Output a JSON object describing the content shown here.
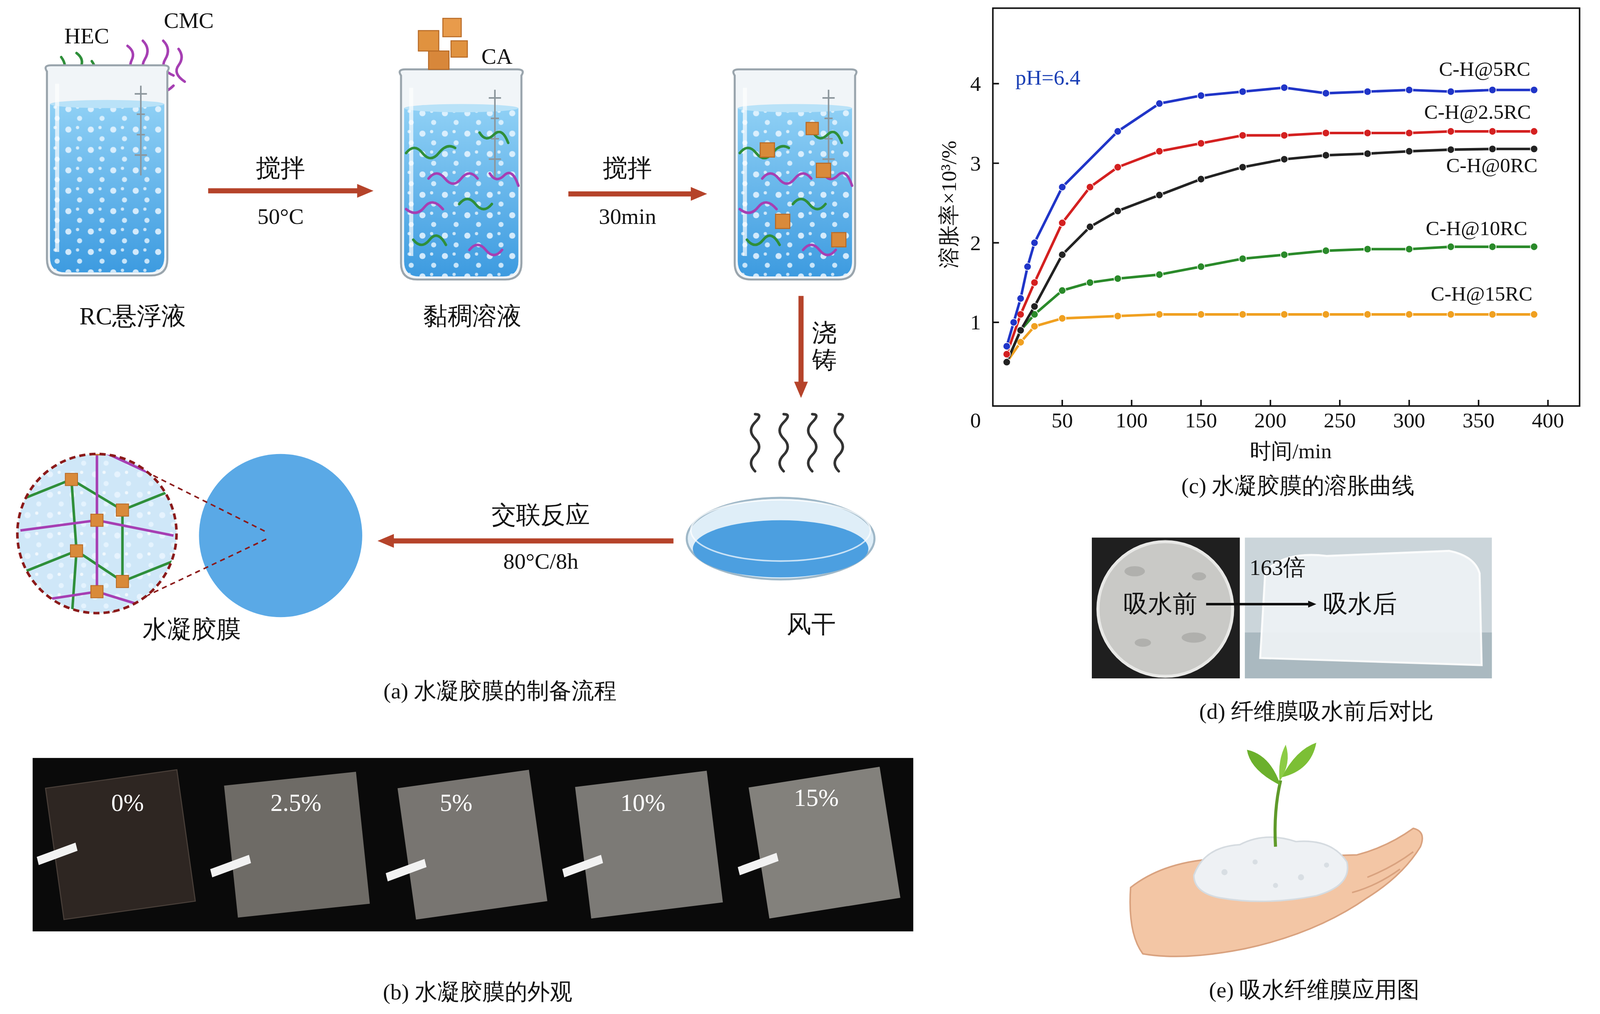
{
  "diagram": {
    "nodes": [
      {
        "text": [
          "RC悬浮液"
        ]
      },
      {
        "text": [
          "黏稠溶液"
        ]
      },
      {
        "text": []
      },
      {
        "text": [
          "风干"
        ]
      },
      {
        "text": [
          "水凝胶膜"
        ]
      },
      {
        "text": [
          "0%"
        ]
      },
      {
        "text": [
          "2.5%"
        ]
      },
      {
        "text": [
          "5%"
        ]
      },
      {
        "text": [
          "10%"
        ]
      },
      {
        "text": [
          "15%"
        ]
      },
      {
        "text": [
          "吸水前"
        ]
      },
      {
        "text": [
          "吸水后"
        ]
      }
    ],
    "edges": [
      {
        "from": 0,
        "to": 1,
        "arrow": "to",
        "label": "搅拌"
      },
      {
        "from": 1,
        "to": 2,
        "arrow": "to",
        "label": "搅拌"
      },
      {
        "from": 2,
        "to": 3,
        "arrow": "to",
        "label": "浇铸"
      },
      {
        "from": 3,
        "to": 4,
        "arrow": "to",
        "label": "交联反应"
      },
      {
        "from": 10,
        "to": 11,
        "arrow": "to",
        "label": "163倍"
      }
    ],
    "labels": [
      "HEC",
      "CMC",
      "CA",
      "50°C",
      "30min",
      "80°C/8h",
      "(a) 水凝胶膜的制备流程",
      "(b) 水凝胶膜的外观",
      "pH=6.4",
      "C-H@5RC",
      "C-H@2.5RC",
      "C-H@0RC",
      "C-H@10RC",
      "C-H@15RC",
      "溶胀率×10³/%",
      "4",
      "3",
      "2",
      "1",
      "0",
      "50",
      "100",
      "150",
      "200",
      "250",
      "300",
      "350",
      "400",
      "时间/min",
      "(c) 水凝胶膜的溶胀曲线",
      "(d) 纤维膜吸水前后对比",
      "(e) 吸水纤维膜应用图"
    ]
  }
}
